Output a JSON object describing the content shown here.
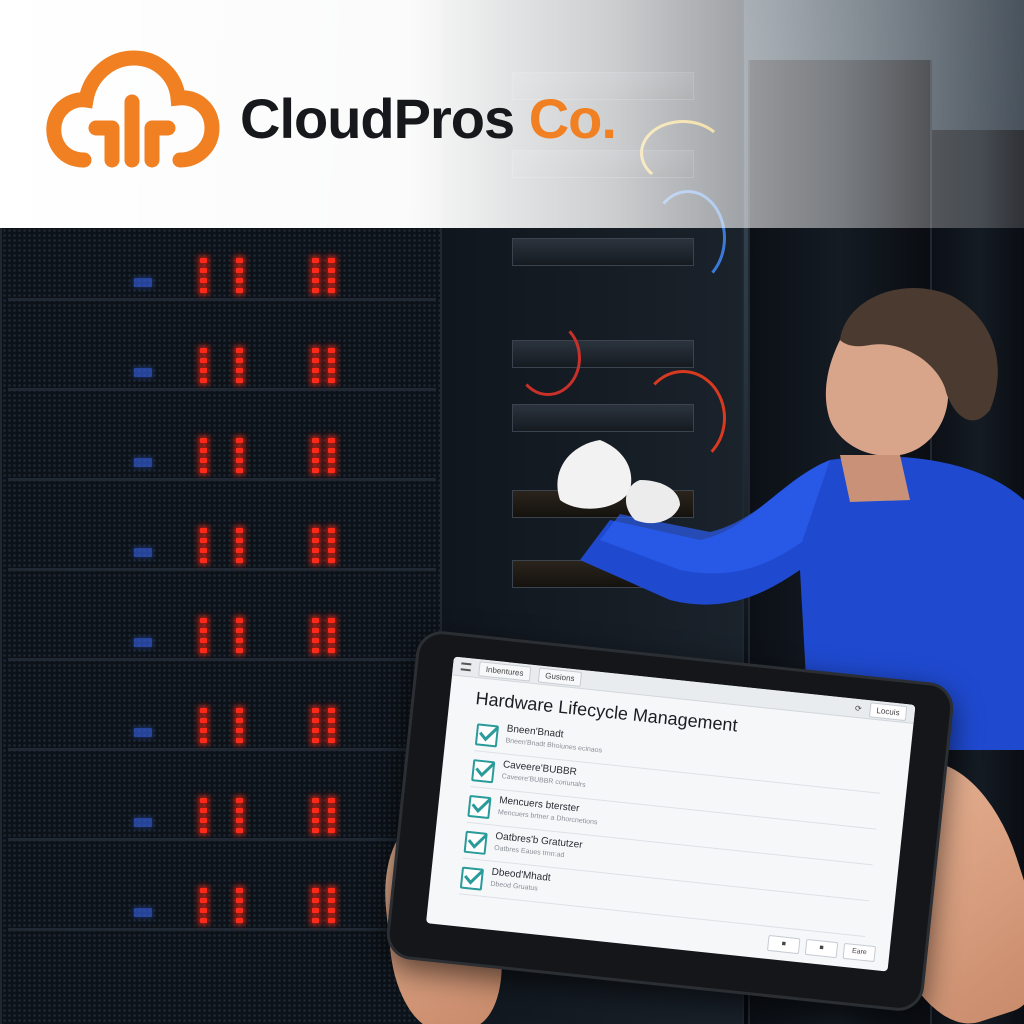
{
  "brand": {
    "name_main": "CloudPros",
    "name_accent": "Co.",
    "logo_icon": "cloud-network-icon",
    "accent_color": "#f08022",
    "text_color": "#16181c"
  },
  "tablet": {
    "app_title": "Hardware Lifecycle Management",
    "topbar": {
      "menu_icon": "menu-icon",
      "tabs": [
        "Inbentures",
        "Gusions"
      ],
      "right_icon": "refresh-icon",
      "right_button": "Locuis"
    },
    "tasks": [
      {
        "title": "Bneen'Bnadt",
        "subtitle": "Bneen'Bnadt Bhoiunes ecinaos",
        "checked": true
      },
      {
        "title": "Caveere'BUBBR",
        "subtitle": "Caveere'BUBBR coriunalrs",
        "checked": true
      },
      {
        "title": "Mencuers bterster",
        "subtitle": "Mencuers brtner a Dhorcnetions",
        "checked": true
      },
      {
        "title": "Oatbres'b Gratutzer",
        "subtitle": "Oatbres Eaues trnn:ad",
        "checked": true
      },
      {
        "title": "Dbeod'Mhadt",
        "subtitle": "Dbeod Gruatus",
        "checked": true
      }
    ],
    "footer_buttons": [
      "■",
      "■",
      "Eare"
    ],
    "check_color": "#2a9a9a"
  }
}
